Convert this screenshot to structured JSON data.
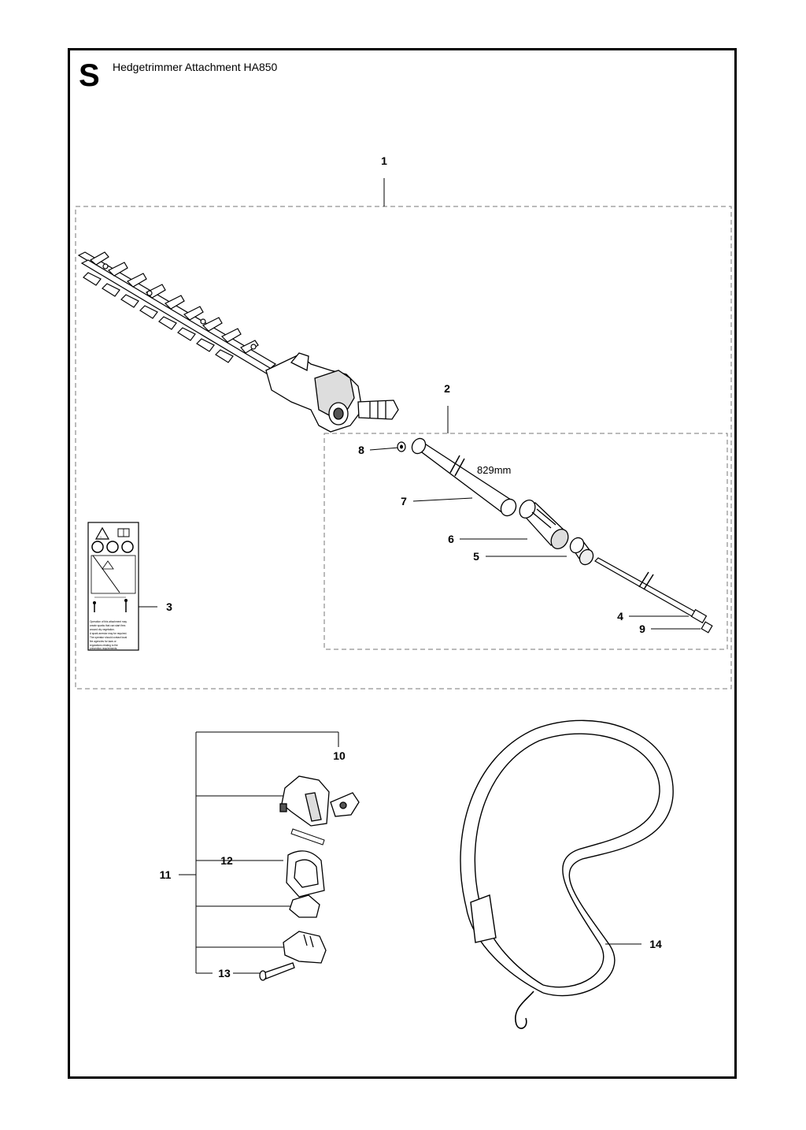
{
  "header": {
    "section_letter": "S",
    "title": "Hedgetrimmer Attachment HA850"
  },
  "callouts": [
    "1",
    "2",
    "3",
    "4",
    "5",
    "6",
    "7",
    "8",
    "9",
    "10",
    "11",
    "12",
    "13",
    "14"
  ],
  "dimension": "829mm",
  "decal": {
    "warning_text": [
      "Operation of this attachment may",
      "create sparks that can start fires",
      "around dry vegetation.",
      "A spark arrestor may be required.",
      "The operator should contact local",
      "fire agencies for laws or",
      "regulations relating to fire",
      "prevention requirements."
    ]
  }
}
